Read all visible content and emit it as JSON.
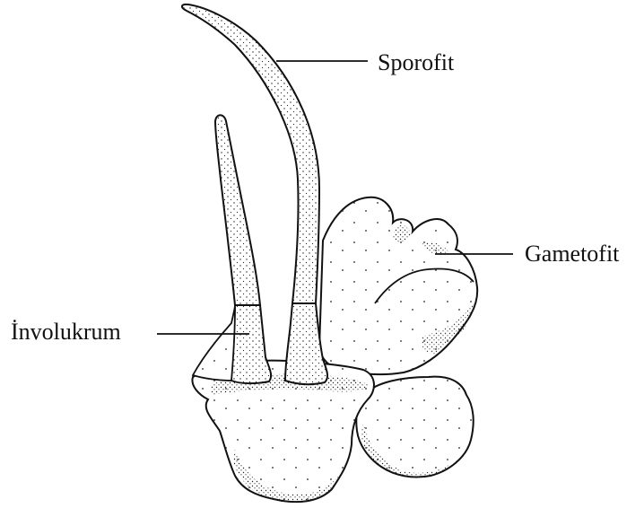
{
  "labels": {
    "sporophyte": "Sporofit",
    "gametophyte": "Gametofit",
    "involucre": "İnvolukrum"
  },
  "colors": {
    "ink": "#111111",
    "fill": "#ffffff",
    "stipple": "#222222"
  }
}
